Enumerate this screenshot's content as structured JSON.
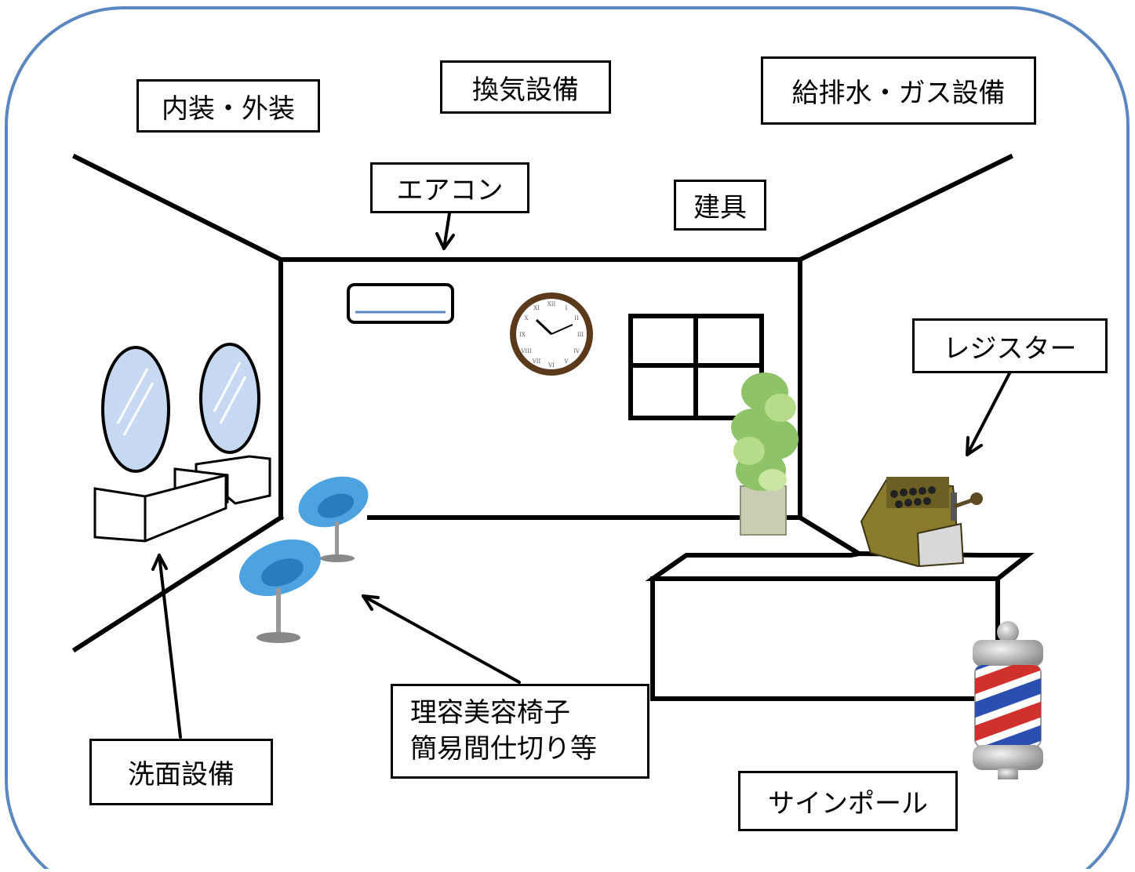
{
  "colors": {
    "frame": "#5b87c0",
    "mirror": "#c7d9f2",
    "chair": "#4da3e0",
    "clock_rim": "#5b3a1c",
    "plant": "#8fc36a",
    "register": "#8a7a2e",
    "pole_red": "#d0312d",
    "pole_blue": "#2b4fb0"
  },
  "labels": {
    "interior": "内装・外装",
    "ventilation": "換気設備",
    "plumbing": "給排水・ガス設備",
    "aircon": "エアコン",
    "fittings": "建具",
    "register": "レジスター",
    "chairs_line1": "理容美容椅子",
    "chairs_line2": "簡易間仕切り等",
    "washbasin": "洗面設備",
    "sign_pole": "サインポール"
  },
  "icons": [
    "air-conditioner-icon",
    "clock-icon",
    "window-icon",
    "mirror-icon",
    "washbasin-icon",
    "chair-icon",
    "plant-icon",
    "cash-register-icon",
    "barber-pole-icon"
  ]
}
